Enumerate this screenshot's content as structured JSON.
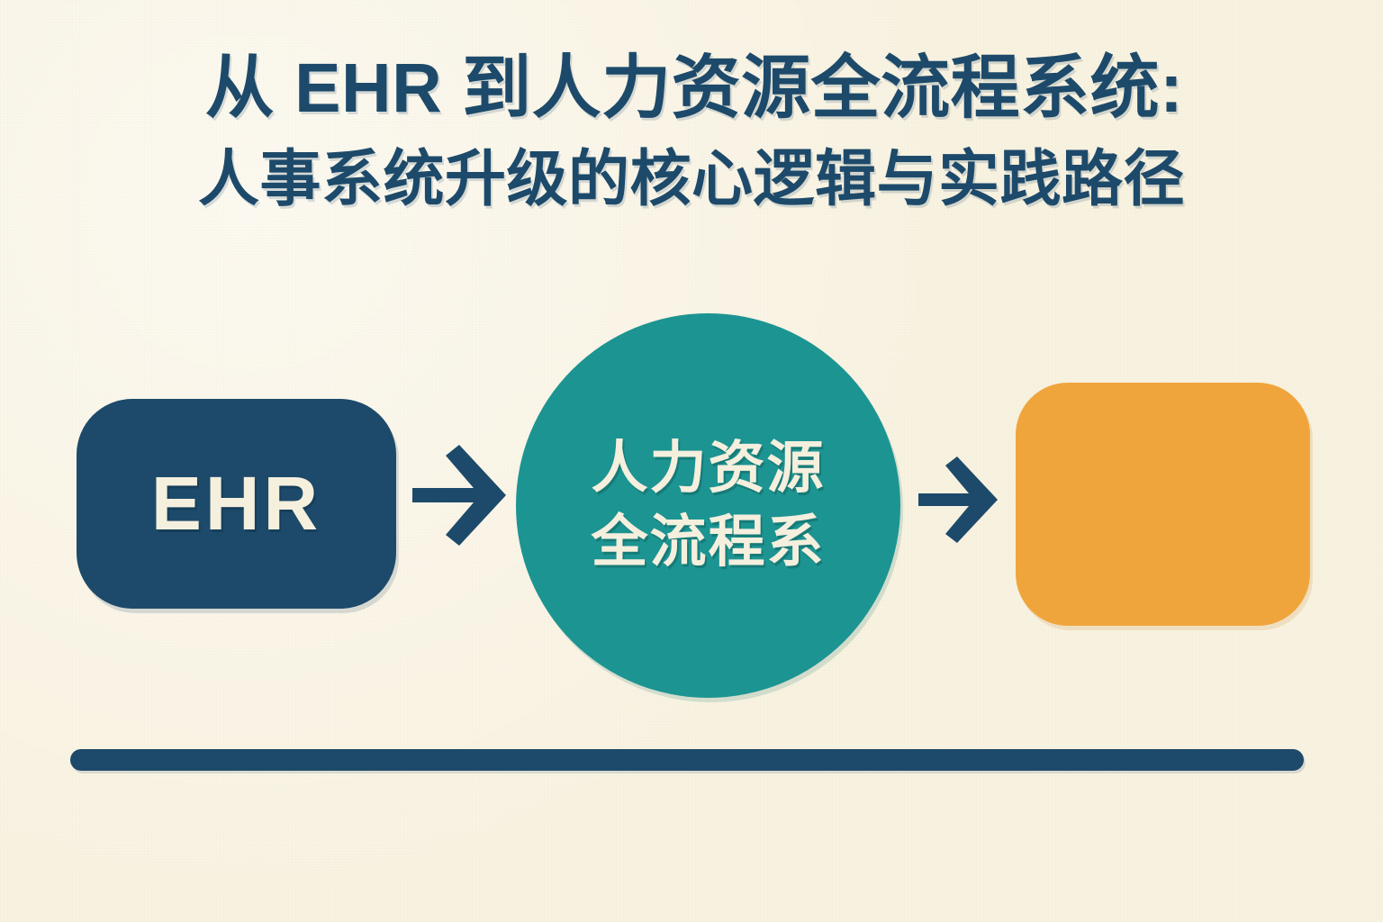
{
  "poster": {
    "background_color": "#f8f2e0",
    "title": {
      "line1": "从 EHR 到人力资源全流程系统:",
      "line2": "人事系统升级的核心逻辑与实践路径",
      "color": "#1d4a6a"
    },
    "diagram": {
      "nodes": [
        {
          "id": "ehr",
          "shape": "rounded-rectangle",
          "label": "EHR",
          "fill": "#1d4a6a",
          "text_color": "#f5efdd"
        },
        {
          "id": "hr-full-process",
          "shape": "circle",
          "label_line1": "人力资源",
          "label_line2": "全流程系",
          "fill": "#1c9492",
          "text_color": "#f5efdd"
        },
        {
          "id": "outcome",
          "shape": "rounded-rectangle",
          "label": "",
          "fill": "#f0a53c",
          "text_color": "#1d4a6a"
        }
      ],
      "connectors": [
        {
          "id": "arrow-1",
          "from": "ehr",
          "to": "hr-full-process",
          "color": "#1d4a6a"
        },
        {
          "id": "arrow-2",
          "from": "hr-full-process",
          "to": "outcome",
          "color": "#1d4a6a"
        }
      ]
    },
    "divider": {
      "color": "#1d4a6a"
    }
  }
}
